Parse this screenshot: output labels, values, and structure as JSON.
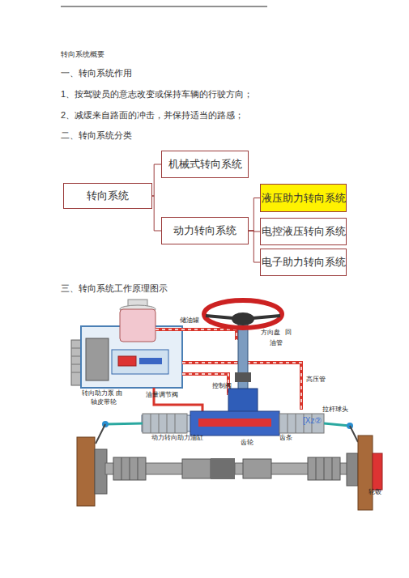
{
  "diagram": {
    "title": "转向系统概要",
    "nodes": [
      {
        "text": [
          "转向系统"
        ]
      },
      {
        "text": [
          "机械式转向系统"
        ]
      },
      {
        "text": [
          "动力转向系统"
        ]
      },
      {
        "text": [
          "液压助力转向系统"
        ]
      },
      {
        "text": [
          "电控液压转向系统"
        ]
      },
      {
        "text": [
          "电子助力转向系统"
        ]
      }
    ],
    "edges": [
      {
        "from": 0,
        "to": 1,
        "arrow": "none"
      },
      {
        "from": 0,
        "to": 2,
        "arrow": "none"
      },
      {
        "from": 2,
        "to": 3,
        "arrow": "none"
      },
      {
        "from": 2,
        "to": 4,
        "arrow": "none"
      },
      {
        "from": 2,
        "to": 5,
        "arrow": "none"
      }
    ],
    "labels": [
      "一、转向系统作用",
      "1、按驾驶员的意志改变或保持车辆的行驶方向；",
      "2、减缓来自路面的冲击，并保持适当的路感；",
      "二、转向系统分类",
      "三、转向系统工作原理图示",
      "储油罐",
      "方向盘",
      "回",
      "油管",
      "高压管",
      "控制阀",
      "转向助力泵 由",
      "油量调节阀",
      "轴皮带轮",
      "拉杆球头",
      "[Xz②",
      "动力转向助力油缸",
      "齿轮",
      "齿条",
      "轮毂"
    ]
  }
}
